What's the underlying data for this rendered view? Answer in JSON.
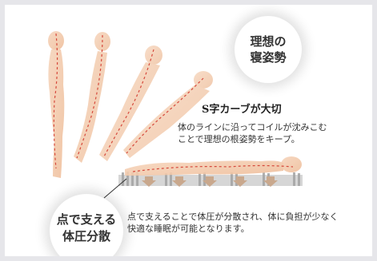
{
  "badge_ideal": {
    "lines": [
      "理想の",
      "寝姿勢"
    ]
  },
  "heading": "S字カーブが大切",
  "coil_text": [
    "体のラインに沿ってコイルが沈みこむ",
    "ことで理想の根姿勢をキープ。"
  ],
  "badge_point": {
    "lines": [
      "点で支える",
      "体圧分散"
    ]
  },
  "point_text": [
    "点で支えることで体圧が分散され、体に負担が少なく",
    "快適な睡眠が可能となります。"
  ],
  "colors": {
    "body_fill": "#f4cdb0",
    "spine_line": "#d6493c",
    "coil_gray": "#a3a3a3",
    "arrow_tan": "#c9a88d"
  },
  "icons": [
    "person-silhouette",
    "mattress-coil",
    "pressure-arrow"
  ]
}
